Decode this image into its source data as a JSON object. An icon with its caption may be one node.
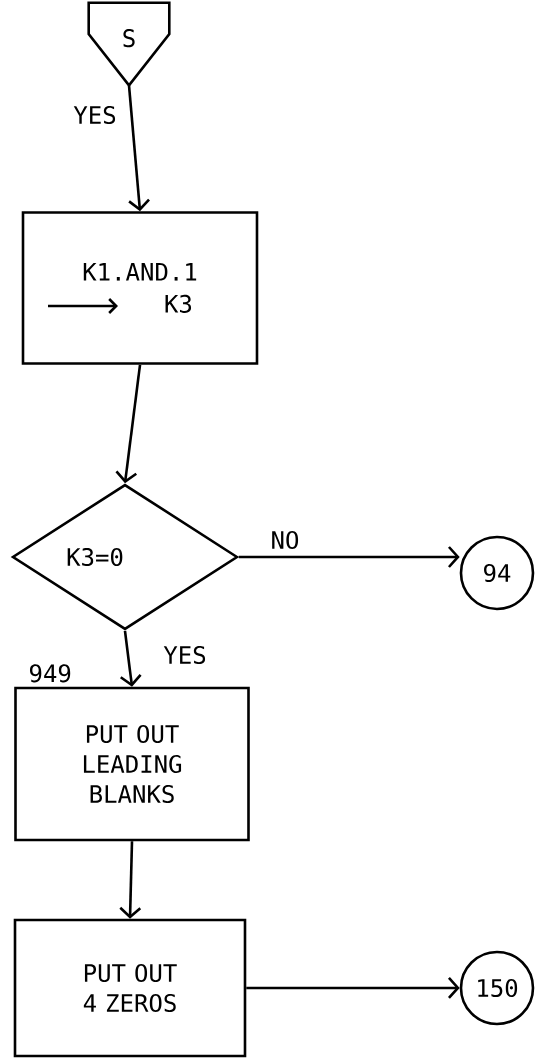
{
  "diagram": {
    "nodes": [
      {
        "text": [
          "S"
        ]
      },
      {
        "text": [
          "K1.AND.1",
          "K3"
        ]
      },
      {
        "text": [
          "K3=0"
        ]
      },
      {
        "text": [
          "94"
        ]
      },
      {
        "text": [
          "PUT OUT LEADING BLANKS"
        ],
        "beside": [
          "949"
        ]
      },
      {
        "text": [
          "PUT OUT 4 ZEROS"
        ]
      },
      {
        "text": [
          "150"
        ]
      }
    ],
    "edges": [
      {
        "from": 0,
        "to": 1,
        "arrow": "to",
        "label": "YES"
      },
      {
        "from": 1,
        "to": 2,
        "arrow": "to"
      },
      {
        "from": 2,
        "to": 3,
        "arrow": "to",
        "label": "NO"
      },
      {
        "from": 2,
        "to": 4,
        "arrow": "to",
        "label": "YES"
      },
      {
        "from": 4,
        "to": 5,
        "arrow": "to"
      },
      {
        "from": 5,
        "to": 6,
        "arrow": "to"
      }
    ]
  }
}
